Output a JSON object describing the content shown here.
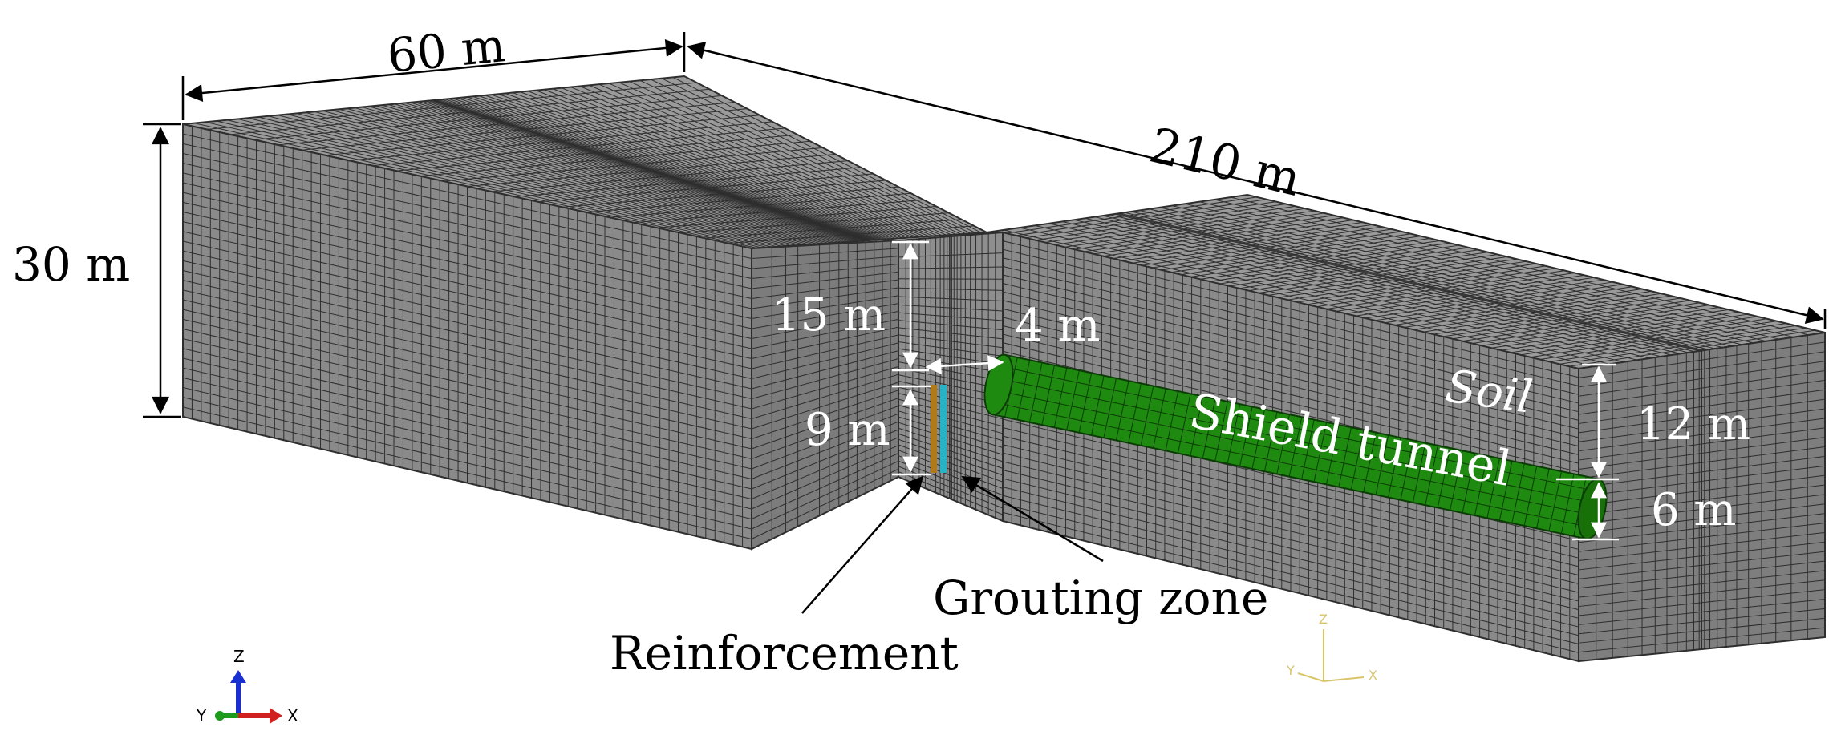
{
  "labels": {
    "width": "60 m",
    "length": "210 m",
    "height": "30 m",
    "pit_depth": "15 m",
    "pit_gap": "4 m",
    "wall_depth": "9 m",
    "soil": "Soil",
    "tunnel": "Shield tunnel",
    "cover": "12 m",
    "diameter": "6 m",
    "grouting": "Grouting zone",
    "reinforcement": "Reinforcement"
  },
  "triad_left": {
    "z": "Z",
    "y": "Y",
    "x": "X"
  },
  "triad_right": {
    "z": "Z",
    "y": "Y",
    "x": "X"
  },
  "colors": {
    "mesh_face": "#8a8a8a",
    "mesh_line": "#2e2e2e",
    "tunnel": "#1f8a10",
    "reinforcement": "#b07a1a",
    "grouting": "#27b3c4",
    "dim_line": "#000000",
    "dim_white": "#ffffff"
  }
}
